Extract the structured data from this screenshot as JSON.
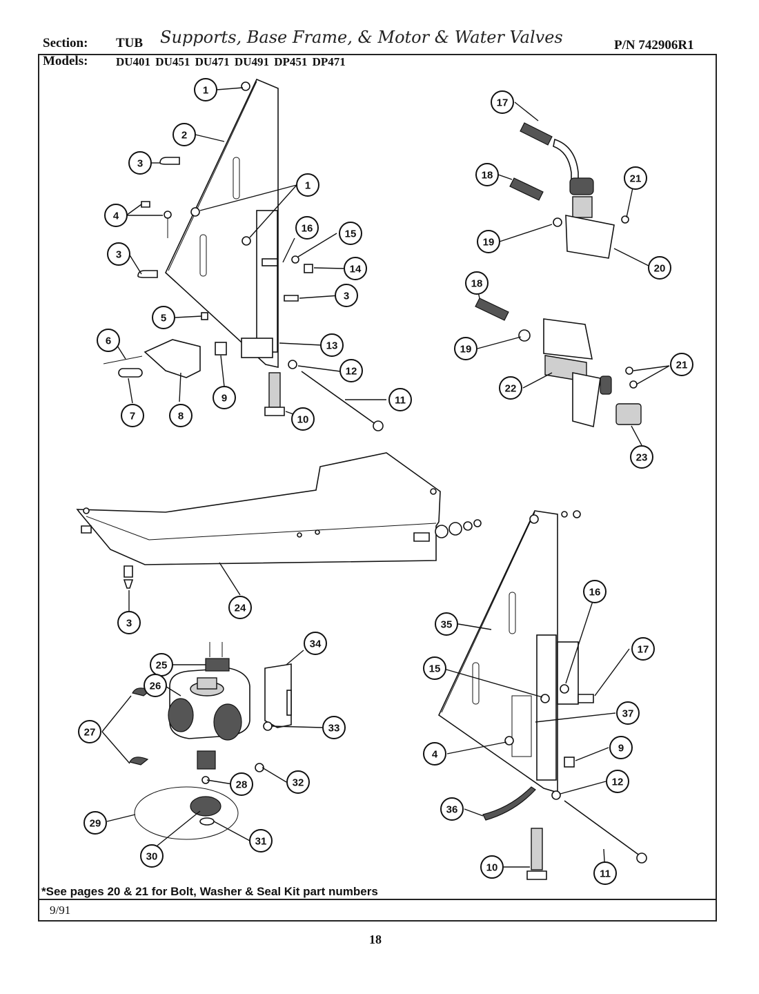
{
  "header": {
    "section_label": "Section:",
    "section_value": "TUB",
    "handwritten_title": "Supports, Base Frame, & Motor & Water Valves",
    "part_number": "P/N 742906R1",
    "models_label": "Models:",
    "models": "DU401  DU451  DU471  DU491  DP451  DP471"
  },
  "footer": {
    "note": "*See pages 20 & 21 for Bolt, Washer & Seal Kit part numbers",
    "date": "9/91",
    "page_number": "18"
  },
  "callouts": [
    "1",
    "1",
    "2",
    "3",
    "3",
    "3",
    "4",
    "5",
    "6",
    "7",
    "8",
    "9",
    "10",
    "11",
    "12",
    "13",
    "14",
    "15",
    "16",
    "17",
    "18",
    "19",
    "20",
    "21",
    "18",
    "19",
    "21",
    "22",
    "23",
    "24",
    "3",
    "25",
    "26",
    "27",
    "28",
    "29",
    "30",
    "31",
    "32",
    "33",
    "34",
    "35",
    "16",
    "17",
    "15",
    "37",
    "4",
    "9",
    "12",
    "36",
    "10",
    "11"
  ]
}
